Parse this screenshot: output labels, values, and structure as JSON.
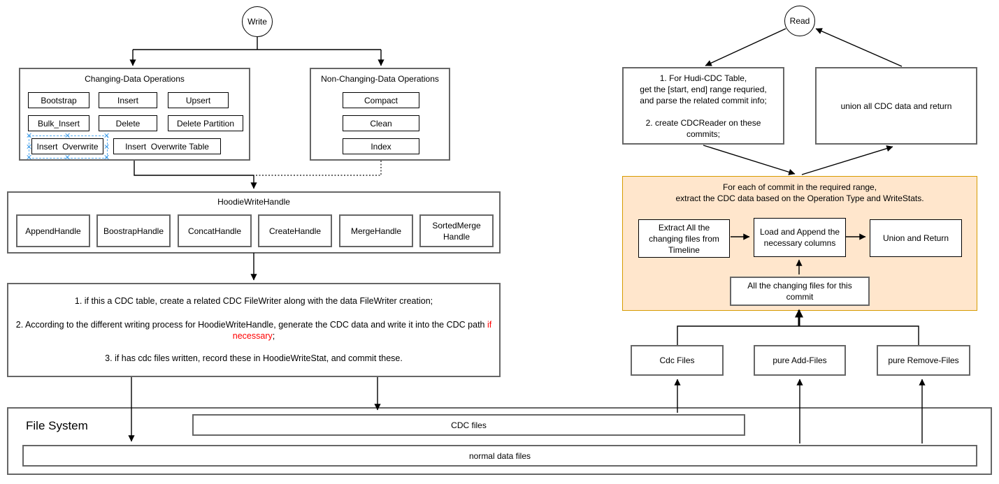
{
  "colors": {
    "accent_fill": "#FFE6CC",
    "accent_border": "#D79B00",
    "highlight_red": "#FF0000",
    "selection_blue": "#55AAEE"
  },
  "write_flow": {
    "node": "Write",
    "changing_ops": {
      "title": "Changing-Data Operations",
      "items": [
        "Bootstrap",
        "Insert",
        "Upsert",
        "Bulk_Insert",
        "Delete",
        "Delete Partition",
        "Insert  Overwrite",
        "Insert  Overwrite Table"
      ]
    },
    "non_changing_ops": {
      "title": "Non-Changing-Data Operations",
      "items": [
        "Compact",
        "Clean",
        "Index"
      ]
    },
    "write_handle": {
      "title": "HoodieWriteHandle",
      "handles": [
        "AppendHandle",
        "BoostrapHandle",
        "ConcatHandle",
        "CreateHandle",
        "MergeHandle",
        "SortedMerge Handle"
      ]
    },
    "steps": {
      "step1": "1. if this a CDC table, create a related CDC FileWriter along with the data FileWriter creation;",
      "step2_before": "2. According to the different writing process for HoodieWriteHandle, generate the CDC data and write it into the CDC path ",
      "step2_red": "if necessary",
      "step2_after": ";",
      "step3": "3. if has cdc files written, record these in HoodieWriteStat, and commit these."
    }
  },
  "read_flow": {
    "node": "Read",
    "prepare_box": "1. For Hudi-CDC Table,\nget the [start, end] range requried,\nand parse the related commit info;\n\n2. create CDCReader on these\ncommits;",
    "union_box": "union all CDC data and return",
    "per_commit": {
      "title": "For each of commit in the required range,\nextract the CDC data based on the Operation Type and WriteStats.",
      "extract_box": "Extract All the\nchanging files from\nTimeline",
      "load_box": "Load and Append the\nnecessary columns",
      "union_box": "Union and Return",
      "changing_files_box": "All the changing files for this\ncommit"
    },
    "file_groups": [
      "Cdc Files",
      "pure Add-Files",
      "pure Remove-Files"
    ]
  },
  "file_system": {
    "title": "File System",
    "cdc_bar": "CDC files",
    "normal_bar": "normal data files"
  }
}
